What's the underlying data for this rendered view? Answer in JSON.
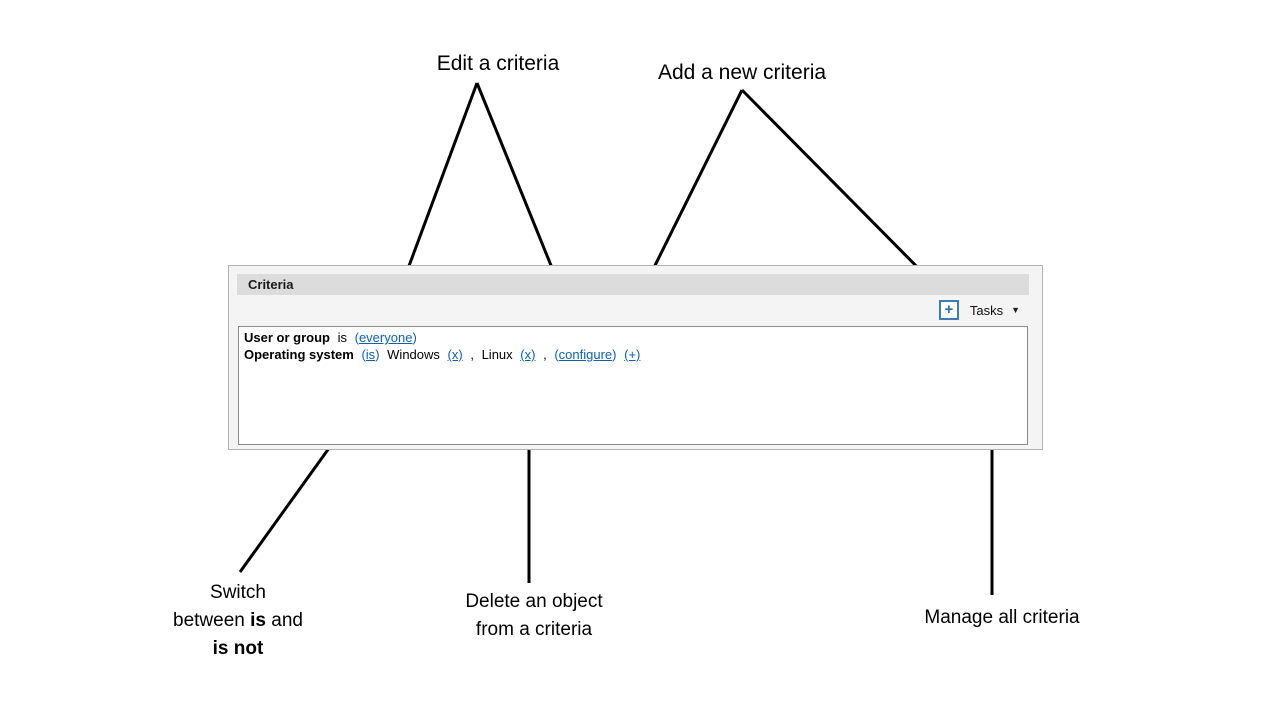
{
  "colors": {
    "link": "#1161ae",
    "header_bg": "#dcdcdc",
    "panel_bg": "#f4f4f4",
    "annotation_line": "#000000"
  },
  "panel": {
    "title": "Criteria",
    "toolbar": {
      "add_button_label": "+",
      "tasks_label": "Tasks",
      "tasks_caret": "▼"
    },
    "rows": {
      "row1": {
        "label": "User or group",
        "operator": "is",
        "paren_open": "(",
        "value_link": "everyone",
        "paren_close": ")"
      },
      "row2": {
        "label": "Operating system",
        "is_paren_open": "(",
        "is_link": "is",
        "is_paren_close": ")",
        "os1_name": "Windows",
        "os1_remove_link": "(x)",
        "separator1": ",",
        "os2_name": "Linux",
        "os2_remove_link": "(x)",
        "separator2": ",",
        "configure_paren_open": "(",
        "configure_link": "configure",
        "configure_paren_close": ")",
        "add_link": "(+)"
      }
    }
  },
  "annotations": {
    "edit_label": "Edit a criteria",
    "add_label": "Add a new criteria",
    "switch_line1": "Switch",
    "switch_line2_pre": "between ",
    "switch_line2_bold": "is",
    "switch_line2_post": " and",
    "switch_line3": "is not",
    "delete_line1": "Delete an object",
    "delete_line2": "from a criteria",
    "manage_label": "Manage all criteria"
  }
}
